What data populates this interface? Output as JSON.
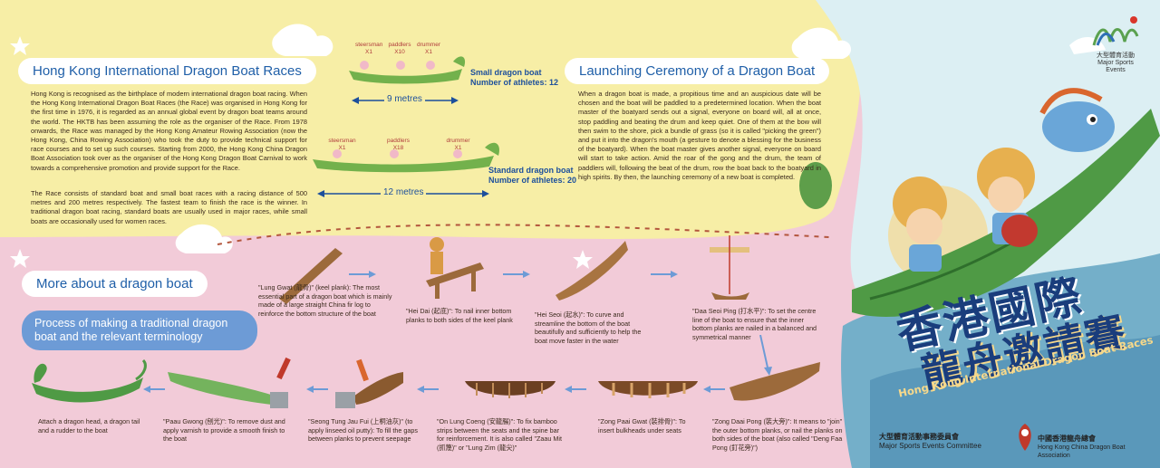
{
  "logos": {
    "major_sports_events_cn": "大型體育活動",
    "major_sports_events_en": "Major Sports Events",
    "committee_cn": "大型體育活動事務委員會",
    "committee_en": "Major Sports Events Committee",
    "association_cn": "中國香港龍舟總會",
    "association_en": "Hong Kong China Dragon Boat Association"
  },
  "title": {
    "cn_line1": "香港國際",
    "cn_line2": "龍舟邀請賽",
    "en": "Hong Kong International Dragon Boat Races"
  },
  "section_hk": {
    "heading": "Hong Kong International Dragon Boat Races",
    "para1": "Hong Kong is recognised as the birthplace of modern international dragon boat racing. When the Hong Kong International Dragon Boat Races (the Race) was organised in Hong Kong for the first time in 1976, it is regarded as an annual global event by dragon boat teams around the world. The HKTB has been assuming the role as the organiser of the Race. From 1978 onwards, the Race was managed by the Hong Kong Amateur Rowing Association (now the Hong Kong, China Rowing Association) who took the duty to provide technical support for race courses and to set up such courses. Starting from 2000, the Hong Kong China Dragon Boat Association took over as the organiser of the Hong Kong Dragon Boat Carnival to work towards a comprehensive promotion and provide support for the Race.",
    "para2": "The Race consists of standard boat and small boat races with a racing distance of 500 metres and 200 metres respectively. The fastest team to finish the race is the winner. In traditional dragon boat racing, standard boats are usually used in major races, while small boats are occasionally used for women races."
  },
  "boats": {
    "small": {
      "roles": [
        {
          "name": "steersman",
          "count": "X1"
        },
        {
          "name": "paddlers",
          "count": "X10"
        },
        {
          "name": "drummer",
          "count": "X1"
        }
      ],
      "label": "Small dragon boat",
      "athletes": "Number of athletes: 12",
      "length": "9 metres"
    },
    "standard": {
      "roles": [
        {
          "name": "steersman",
          "count": "X1"
        },
        {
          "name": "paddlers",
          "count": "X18"
        },
        {
          "name": "drummer",
          "count": "X1"
        }
      ],
      "label": "Standard dragon boat",
      "athletes": "Number of athletes: 20",
      "length": "12 metres"
    }
  },
  "section_launch": {
    "heading": "Launching Ceremony of a Dragon Boat",
    "para": "When a dragon boat is made, a propitious time and an auspicious date will be chosen and the boat will be paddled to a predetermined location. When the boat master of the boatyard sends out a signal, everyone on board will, all at once, stop paddling and beating the drum and keep quiet. One of them at the bow will then swim to the shore, pick a bundle of grass (so it is called \"picking the green\") and put it into the dragon's mouth (a gesture to denote a blessing for the business of the boatyard). When the boat master gives another signal, everyone on board will start to take action. Amid the roar of the gong and the drum, the team of paddlers will, following the beat of the drum, row the boat back to the boatyard in high spirits. By then, the launching ceremony of a new boat is completed."
  },
  "section_more": {
    "heading": "More about a dragon boat",
    "process_heading": "Process of making a traditional dragon boat and the relevant terminology",
    "steps": [
      {
        "text": "\"Lung Gwat (龍骨)\" (keel plank): The most essential part of a dragon boat which is mainly made of a large straight China fir log to reinforce the bottom structure of the boat"
      },
      {
        "text": "\"Hei Dai (起底)\": To nail inner bottom planks to both sides of the keel plank"
      },
      {
        "text": "\"Hei Seoi (起水)\": To curve and streamline the bottom of the boat beautifully and sufficiently to help the boat move faster in the water"
      },
      {
        "text": "\"Daa Seoi Ping (打水平)\": To set the centre line of the boat to ensure that the inner bottom planks are nailed in a balanced and symmetrical manner"
      },
      {
        "text": "\"Zong Daai Pong (裝大旁)\": It means to \"join\" the outer bottom planks, or nail the planks on both sides of the boat (also called \"Deng Faa Pong (釘花旁)\")"
      },
      {
        "text": "\"Zong Paai Gwat (裝排骨)\": To insert bulkheads under seats"
      },
      {
        "text": "\"On Lung Coeng (安龍腸)\": To fix bamboo strips between the seats and the spine bar for reinforcement. It is also called \"Zaau Mit (抓篾)\" or \"Lung Zim (龍尖)\""
      },
      {
        "text": "\"Seong Tung Jau Fui (上桐油灰)\" (to apply linseed oil putty): To fill the gaps between planks to prevent seepage"
      },
      {
        "text": "\"Paau Gwong (刨光)\": To remove dust and apply varnish to provide a smooth finish to the boat"
      },
      {
        "text": "Attach a dragon head, a dragon tail and a rudder to the boat"
      }
    ]
  },
  "colors": {
    "yellow_bg": "#f7eea6",
    "pink_bg": "#f2cbd8",
    "sea_blue": "#6fa9c9",
    "heading_blue": "#1f5fa8",
    "label_blue": "#1c4f9c"
  }
}
